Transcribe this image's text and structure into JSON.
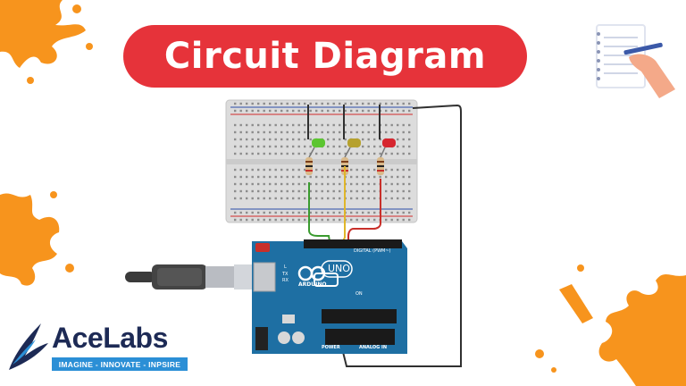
{
  "title": "Circuit Diagram",
  "brand": {
    "name": "AceLabs",
    "tagline": "IMAGINE - INNOVATE - INPSIRE"
  },
  "board": {
    "brand_label": "ARDUINO",
    "model_label": "UNO",
    "digital_label": "DIGITAL (PWM~)",
    "power_label": "POWER",
    "analog_label": "ANALOG IN",
    "tx_label": "TX",
    "rx_label": "RX",
    "l_label": "L",
    "on_label": "ON"
  },
  "leds": [
    {
      "name": "green",
      "color": "#5cc531"
    },
    {
      "name": "yellow",
      "color": "#b6a12e"
    },
    {
      "name": "red",
      "color": "#d6262f"
    }
  ],
  "colors": {
    "accent_red": "#e6333a",
    "splash_orange": "#f7941d",
    "board_blue": "#1e6fa3",
    "breadboard": "#dcdcdc",
    "wire_green": "#3a9b2f",
    "wire_yellow": "#e0b62a",
    "wire_red": "#c8302a",
    "brand_navy": "#1d2a55",
    "brand_blue": "#2b8fd6"
  }
}
